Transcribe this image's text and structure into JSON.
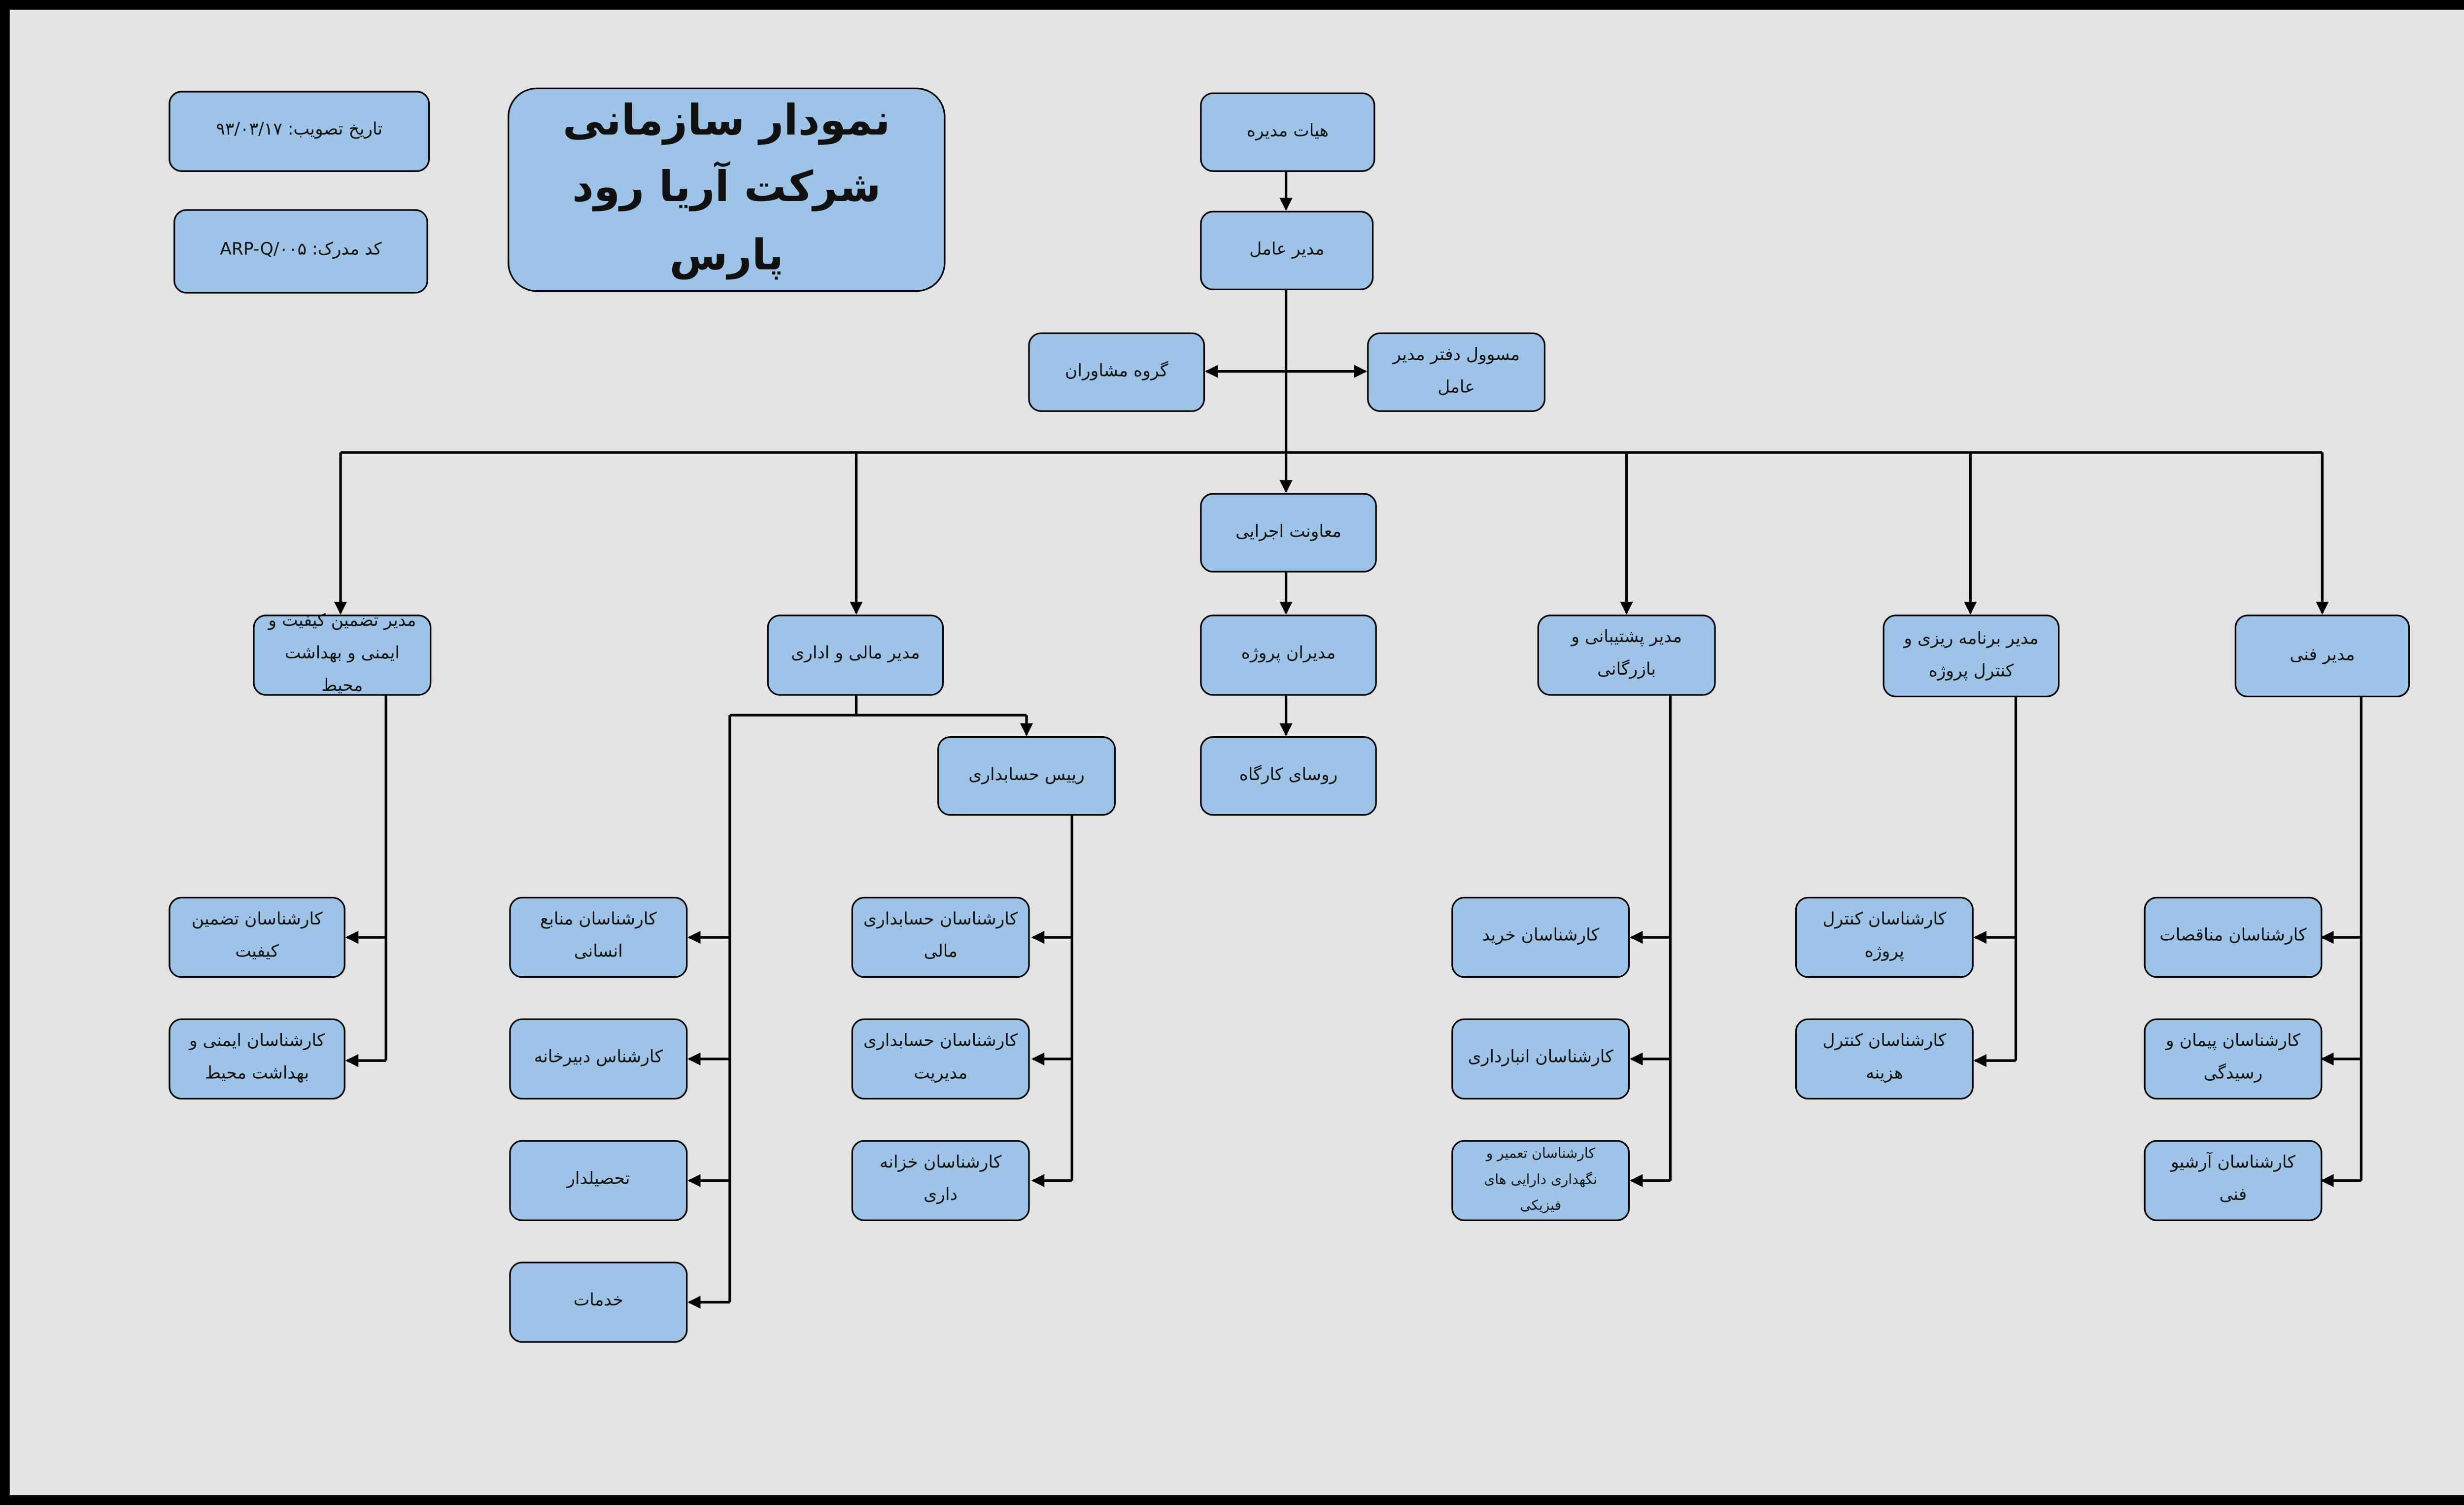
{
  "meta": {
    "date_label": "تاریخ تصویب: ۹۳/۰۳/۱۷",
    "code_label": "کد مدرک: ARP-Q/۰۰۵"
  },
  "title": {
    "line1": "نمودار سازمانی",
    "line2": "شرکت آریا رود پارس"
  },
  "colors": {
    "box_fill": "#9dc3e6",
    "background": "#e3e3e3",
    "border": "#000000"
  },
  "top": {
    "board": "هیات مدیره",
    "ceo": "مدیر عامل",
    "advisors": "گروه مشاوران",
    "ceo_office": "مسوول دفتر مدیر عامل",
    "exec_deputy": "معاونت اجرایی"
  },
  "managers": {
    "qa": "مدیر تضمین کیفیت و ایمنی و بهداشت محیط",
    "finance": "مدیر مالی و اداری",
    "projects": "مدیران پروژه",
    "support": "مدیر پشتیبانی و بازرگانی",
    "planning": "مدیر برنامه ریزی و کنترل پروژه",
    "technical": "مدیر فنی"
  },
  "sub": {
    "chief_accountant": "رییس حسابداری",
    "site_heads": "روسای کارگاه"
  },
  "qa_staff": [
    "کارشناسان تضمین کیفیت",
    "کارشناسان ایمنی و بهداشت محیط"
  ],
  "admin_staff": [
    "کارشناسان منابع انسانی",
    "کارشناس دبیرخانه",
    "تحصیلدار",
    "خدمات"
  ],
  "accounting_staff": [
    "کارشناسان حسابداری مالی",
    "کارشناسان حسابداری مدیریت",
    "کارشناسان خزانه داری"
  ],
  "support_staff": [
    "کارشناسان خرید",
    "کارشناسان انبارداری",
    "کارشناسان تعمیر و نگهداری دارایی های فیزیکی"
  ],
  "planning_staff": [
    "کارشناسان کنترل پروژه",
    "کارشناسان کنترل هزینه"
  ],
  "technical_staff": [
    "کارشناسان مناقصات",
    "کارشناسان پیمان و رسیدگی",
    "کارشناسان آرشیو فنی"
  ]
}
